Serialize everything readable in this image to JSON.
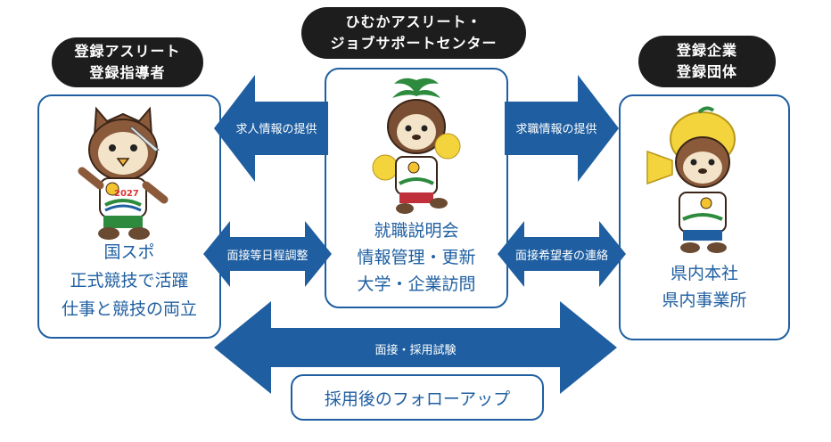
{
  "colors": {
    "primary_blue": "#1f5fa1",
    "pill_black": "#1d1d1d",
    "box_border": "#1f5fa1"
  },
  "center": {
    "header_line1": "ひむかアスリート・",
    "header_line2": "ジョブサポートセンター",
    "body_line1": "就職説明会",
    "body_line2": "情報管理・更新",
    "body_line3": "大学・企業訪問"
  },
  "left": {
    "header_line1": "登録アスリート",
    "header_line2": "登録指導者",
    "body_line1": "国スポ",
    "body_line2": "正式競技で活躍",
    "body_line3": "仕事と競技の両立"
  },
  "right": {
    "header_line1": "登録企業",
    "header_line2": "登録団体",
    "body_line1": "県内本社",
    "body_line2": "県内事業所"
  },
  "arrows": {
    "job_offer": "求人情報の提供",
    "job_seek": "求職情報の提供",
    "interview_schedule": "面接等日程調整",
    "applicant_contact": "面接希望者の連絡",
    "interview_exam": "面接・採用試験"
  },
  "followup": "採用後のフォローアップ",
  "mascot_badge": "2027"
}
